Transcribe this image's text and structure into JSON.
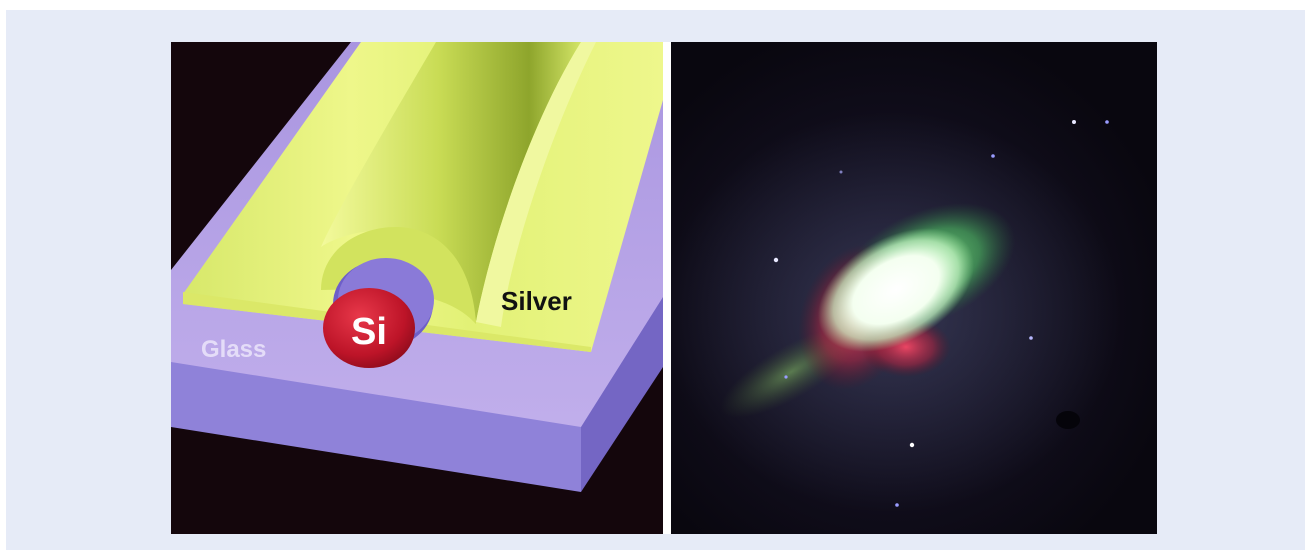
{
  "figure": {
    "left_panel": {
      "labels": {
        "glass": "Glass",
        "silver": "Silver",
        "silicon": "Si"
      },
      "colors": {
        "background": "#14060c",
        "glass_top": "#b8a3e6",
        "glass_side": "#8e80d6",
        "silver_surface": "#e6f37a",
        "silicon": "#c2182c"
      }
    },
    "right_panel": {
      "description_colors": {
        "background": "#0c0810",
        "core": "#ffffff",
        "green_lobe": "#6fe07a",
        "red_lobe": "#d8304a"
      }
    }
  }
}
